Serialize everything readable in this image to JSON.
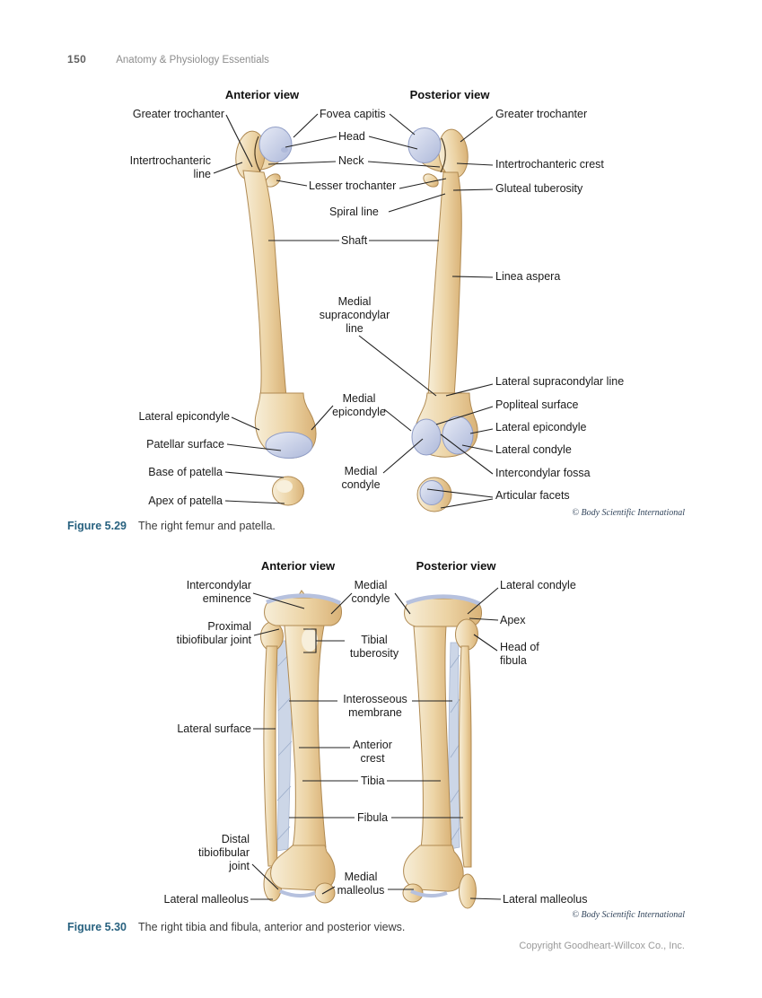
{
  "page": {
    "number": "150",
    "header": "Anatomy & Physiology Essentials",
    "copyright": "Copyright Goodheart-Willcox Co., Inc."
  },
  "colors": {
    "figure_label": "#27617f",
    "bone": "#ecd3a4",
    "bone_outline": "#b08a52",
    "cartilage": "#c3cce6",
    "leader_line": "#222222"
  },
  "fig529": {
    "anterior_view": "Anterior view",
    "posterior_view": "Posterior view",
    "credit": "© Body Scientific International",
    "caption_label": "Figure 5.29",
    "caption": "The right femur and patella.",
    "left": {
      "greater_trochanter": "Greater trochanter",
      "intertrochanteric_line": "Intertrochanteric\nline",
      "lateral_epicondyle": "Lateral epicondyle",
      "patellar_surface": "Patellar surface",
      "base_of_patella": "Base of patella",
      "apex_of_patella": "Apex of patella"
    },
    "center": {
      "fovea_capitis": "Fovea capitis",
      "head": "Head",
      "neck": "Neck",
      "lesser_trochanter": "Lesser trochanter",
      "spiral_line": "Spiral line",
      "shaft": "Shaft",
      "medial_supracondylar_line": "Medial\nsupracondylar\nline",
      "medial_epicondyle": "Medial\nepicondyle",
      "medial_condyle": "Medial\ncondyle"
    },
    "right": {
      "greater_trochanter": "Greater trochanter",
      "intertrochanteric_crest": "Intertrochanteric crest",
      "gluteal_tuberosity": "Gluteal tuberosity",
      "linea_aspera": "Linea aspera",
      "lateral_supracondylar_line": "Lateral supracondylar line",
      "popliteal_surface": "Popliteal surface",
      "lateral_epicondyle": "Lateral epicondyle",
      "lateral_condyle": "Lateral condyle",
      "intercondylar_fossa": "Intercondylar fossa",
      "articular_facets": "Articular facets"
    }
  },
  "fig530": {
    "anterior_view": "Anterior view",
    "posterior_view": "Posterior view",
    "credit": "© Body Scientific International",
    "caption_label": "Figure 5.30",
    "caption": "The right tibia and fibula, anterior and posterior views.",
    "left": {
      "intercondylar_eminence": "Intercondylar\neminence",
      "proximal_tibiofibular_joint": "Proximal\ntibiofibular joint",
      "lateral_surface": "Lateral surface",
      "distal_tibiofibular_joint": "Distal\ntibiofibular\njoint",
      "lateral_malleolus": "Lateral malleolus"
    },
    "center": {
      "medial_condyle": "Medial\ncondyle",
      "tibial_tuberosity": "Tibial\ntuberosity",
      "interosseous_membrane": "Interosseous\nmembrane",
      "anterior_crest": "Anterior\ncrest",
      "tibia": "Tibia",
      "fibula": "Fibula",
      "medial_malleolus": "Medial\nmalleolus"
    },
    "right": {
      "lateral_condyle": "Lateral condyle",
      "apex": "Apex",
      "head_of_fibula": "Head of\nfibula",
      "lateral_malleolus": "Lateral malleolus"
    }
  }
}
